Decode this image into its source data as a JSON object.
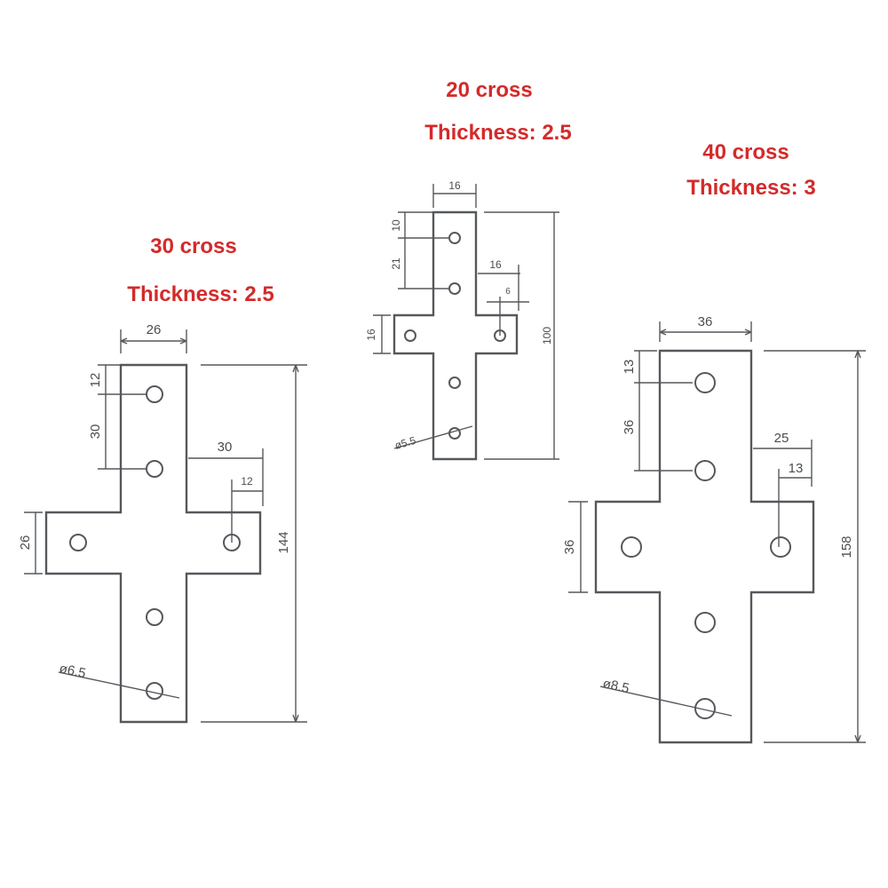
{
  "plate_30": {
    "name": "30 cross",
    "thickness": "Thickness:  2.5",
    "dims": {
      "width": "26",
      "top_offset": "12",
      "hole_spacing": "30",
      "arm_length": "30",
      "arm_hole": "12",
      "arm_width": "26",
      "height": "144",
      "hole_dia": "ø6.5"
    }
  },
  "plate_20": {
    "name": "20 cross",
    "thickness": "Thickness:  2.5",
    "dims": {
      "width": "16",
      "top_offset": "10",
      "hole_spacing": "21",
      "arm_length": "16",
      "arm_hole": "6",
      "arm_width": "16",
      "height": "100",
      "hole_dia": "ø5.5"
    }
  },
  "plate_40": {
    "name": "40 cross",
    "thickness": "Thickness:  3",
    "dims": {
      "width": "36",
      "top_offset": "13",
      "hole_spacing": "36",
      "arm_length": "25",
      "arm_hole": "13",
      "arm_width": "36",
      "height": "158",
      "hole_dia": "ø8.5"
    }
  }
}
